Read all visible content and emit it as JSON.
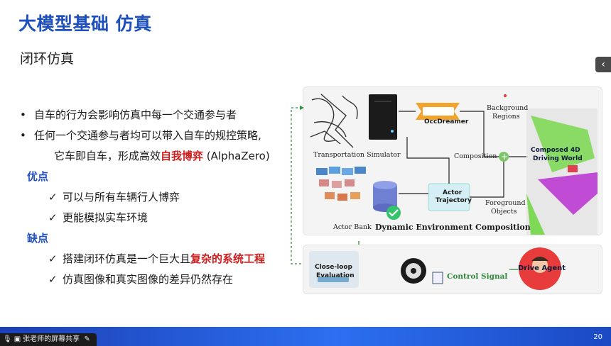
{
  "slide": {
    "title": "大模型基础 仿真",
    "subtitle": "闭环仿真",
    "page_number": "20"
  },
  "bullets": {
    "b1": "自车的行为会影响仿真中每一个交通参与者",
    "b2_line1": "任何一个交通参与者均可以带入自车的规控策略,",
    "b2_line2_a": "它车即自车，形成高效",
    "b2_line2_red": "自我博弈",
    "b2_line2_b": " (AlphaZero)",
    "pros_title": "优点",
    "pros": [
      "可以与所有车辆行人博弈",
      "更能模拟实车环境"
    ],
    "cons_title": "缺点",
    "cons1_a": "搭建闭环仿真是一个巨大且",
    "cons1_red": "复杂的系统工程",
    "cons2": "仿真图像和真实图像的差异仍然存在",
    "check": "✓"
  },
  "diagram": {
    "transportation_simulator": "Transportation Simulator",
    "occdreamer": "OccDreamer",
    "background_regions_1": "Background",
    "background_regions_2": "Regions",
    "composition": "Composition",
    "composed_1": "Composed 4D",
    "composed_2": "Driving World",
    "actor_trajectory_1": "Actor",
    "actor_trajectory_2": "Trajectory",
    "foreground_1": "Foreground",
    "foreground_2": "Objects",
    "actor_bank": "Actor Bank",
    "caption": "Dynamic Environment Composition",
    "closeloop_1": "Close-loop",
    "closeloop_2": "Evaluation",
    "control_signal": "Control Signal",
    "drive_agent": "Drive Agent"
  },
  "screen_share": {
    "label": "张老师的屏幕共享"
  },
  "ui": {
    "collapse_glyph": "‹"
  },
  "colors": {
    "title_blue": "#1d4fbf",
    "emphasis_red": "#d01c1c",
    "arrow_green": "#2e8b3a",
    "bar_blue": "#2c6ff0"
  }
}
